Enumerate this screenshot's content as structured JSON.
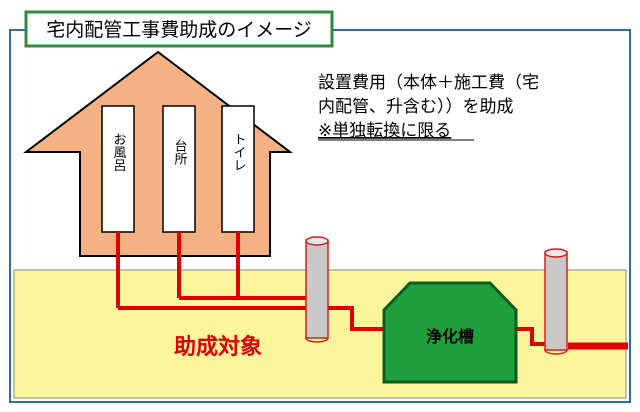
{
  "title": "宅内配管工事費助成のイメージ",
  "rooms": [
    "お風呂",
    "台所",
    "トイレ"
  ],
  "description": {
    "line1": "設置費用（本体＋施工費（宅",
    "line2": "内配管、升含む））を助成",
    "note": "※単独転換に限る"
  },
  "subsidy_label": "助成対象",
  "tank_label": "浄化槽",
  "colors": {
    "frame_border": "#2e6da4",
    "title_border": "#2e8b3e",
    "house_fill": "#f4b183",
    "ground_fill": "#fbf59b",
    "pipe": "#e00000",
    "tank_fill": "#1f9e3c",
    "tank_border": "#0a5c1c",
    "manhole_fill": "#c8c8c8",
    "subsidy_text": "#e00000"
  }
}
